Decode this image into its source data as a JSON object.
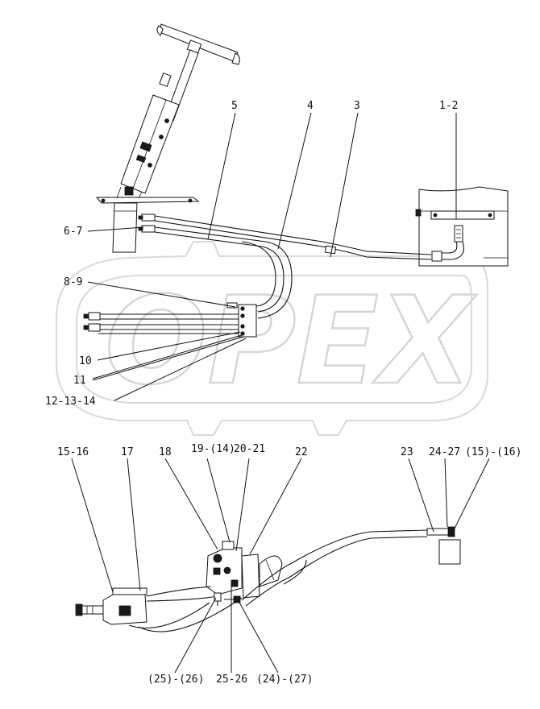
{
  "watermark": {
    "text": "OPEX"
  },
  "callouts": {
    "l_5": "5",
    "l_4": "4",
    "l_3": "3",
    "l_1_2": "1-2",
    "l_6_7": "6-7",
    "l_8_9": "8-9",
    "l_10": "10",
    "l_11": "11",
    "l_12_13_14": "12-13-14",
    "l_15_16": "15-16",
    "l_17": "17",
    "l_18": "18",
    "l_19_14": "19-(14)",
    "l_20_21": "20-21",
    "l_22": "22",
    "l_23": "23",
    "l_24_27": "24-27",
    "l_15_16_ref": "(15)-(16)",
    "l_25_26_ref": "(25)-(26)",
    "l_25_26": "25-26",
    "l_24_27_ref": "(24)-(27)"
  }
}
